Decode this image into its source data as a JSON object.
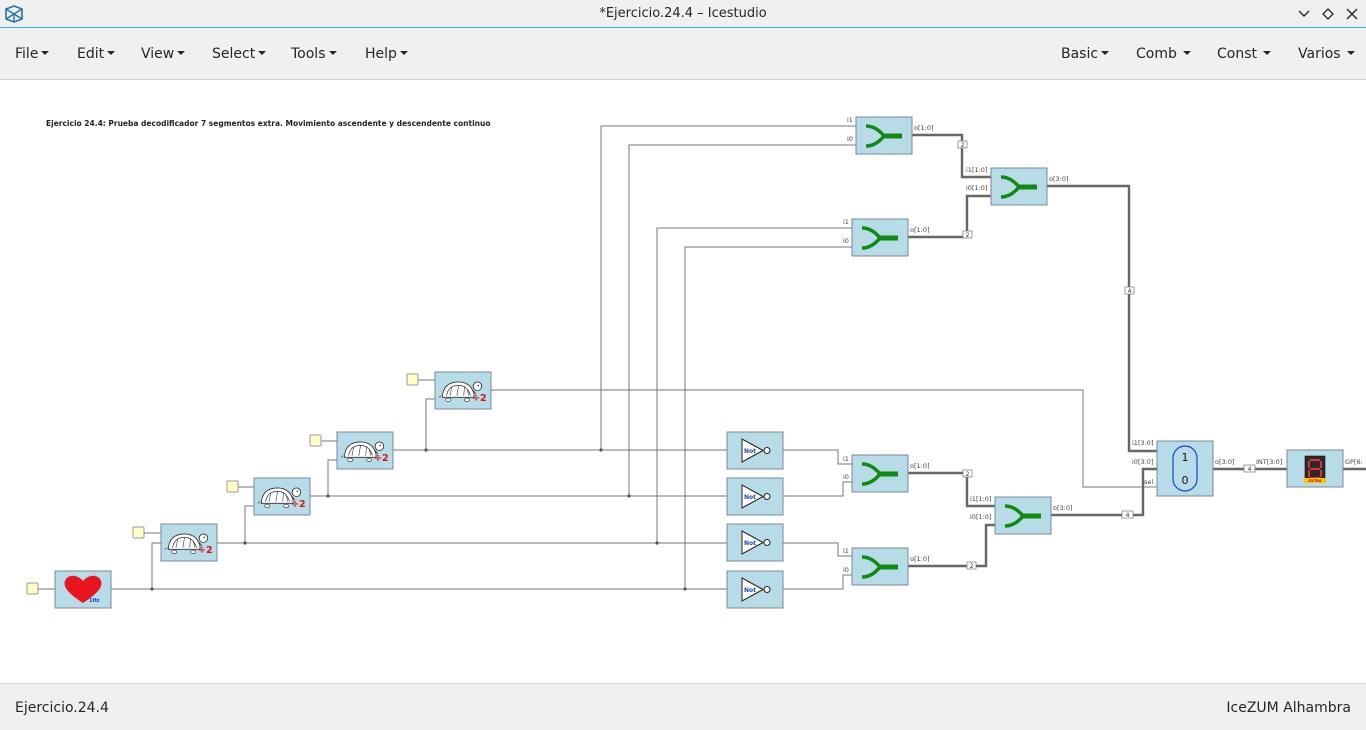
{
  "window": {
    "title": "*Ejercicio.24.4 – Icestudio"
  },
  "menus": {
    "left": [
      "File",
      "Edit",
      "View",
      "Select",
      "Tools",
      "Help"
    ],
    "right": [
      "Basic",
      "Comb",
      "Const",
      "Varios"
    ]
  },
  "canvas": {
    "comment": "Ejercicio 24.4: Prueba decodificador 7 segmentos extra. Movimiento ascendente y descendente continuo",
    "clock_label": "1Hz",
    "prescaler_label": "÷2",
    "not_label": "Not",
    "mux": {
      "in1": "i1[3:0]",
      "in0": "i0[3:0]",
      "sel": "sel",
      "out": "o[3:0]",
      "one": "1",
      "zero": "0"
    },
    "join_labels": {
      "i1": "i1",
      "i0": "i0",
      "o2": "o[1:0]",
      "i1b": "i1[1:0]",
      "i0b": "i0[1:0]",
      "o4": "o[3:0]"
    },
    "bus_sizes": {
      "two": "2",
      "four": "4"
    },
    "display": {
      "input": "INT[3:0]",
      "output": "GP[6:",
      "badge": "EXTRA"
    }
  },
  "status": {
    "left": "Ejercicio.24.4",
    "right": "IceZUM Alhambra"
  }
}
